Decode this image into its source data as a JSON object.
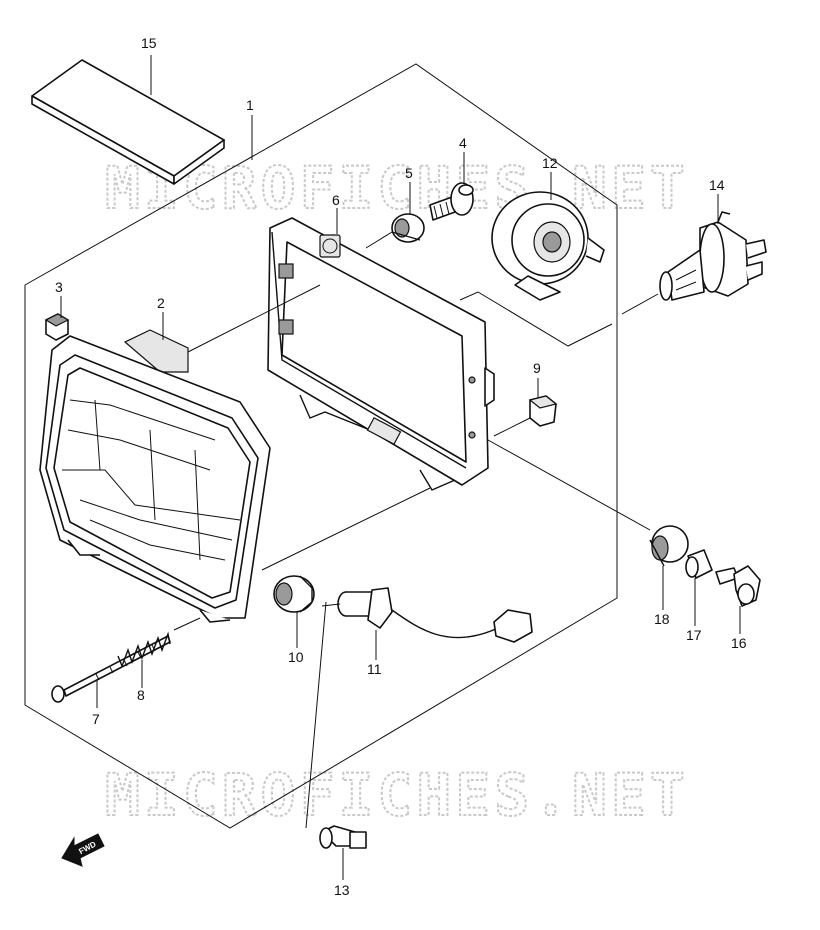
{
  "watermark": "MICROFICHES.NET",
  "fwd_label": "FWD",
  "callouts": {
    "p1": "1",
    "p2": "2",
    "p3": "3",
    "p4": "4",
    "p5": "5",
    "p6": "6",
    "p7": "7",
    "p8": "8",
    "p9": "9",
    "p10": "10",
    "p11": "11",
    "p12": "12",
    "p13": "13",
    "p14": "14",
    "p15": "15",
    "p16": "16",
    "p17": "17",
    "p18": "18"
  },
  "colors": {
    "ink": "#111111",
    "watermark": "#c9c9c9",
    "background": "#ffffff"
  }
}
